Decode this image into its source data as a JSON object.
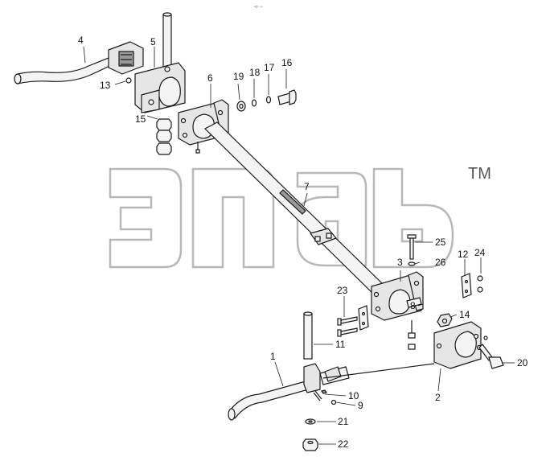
{
  "watermark": {
    "tm": "TM"
  },
  "corner_mark": "ⁿ¤ ▫▫▫",
  "callouts": [
    {
      "id": "c1",
      "label": "1"
    },
    {
      "id": "c2",
      "label": "2"
    },
    {
      "id": "c3",
      "label": "3"
    },
    {
      "id": "c4",
      "label": "4"
    },
    {
      "id": "c5",
      "label": "5"
    },
    {
      "id": "c6",
      "label": "6"
    },
    {
      "id": "c7",
      "label": "7"
    },
    {
      "id": "c8",
      "label": "8"
    },
    {
      "id": "c9",
      "label": "9"
    },
    {
      "id": "c10",
      "label": "10"
    },
    {
      "id": "c11",
      "label": "11"
    },
    {
      "id": "c12",
      "label": "12"
    },
    {
      "id": "c13",
      "label": "13"
    },
    {
      "id": "c14",
      "label": "14"
    },
    {
      "id": "c15",
      "label": "15"
    },
    {
      "id": "c16",
      "label": "16"
    },
    {
      "id": "c17",
      "label": "17"
    },
    {
      "id": "c18",
      "label": "18"
    },
    {
      "id": "c19",
      "label": "19"
    },
    {
      "id": "c20",
      "label": "20"
    },
    {
      "id": "c21",
      "label": "21"
    },
    {
      "id": "c22",
      "label": "22"
    },
    {
      "id": "c23",
      "label": "23"
    },
    {
      "id": "c24",
      "label": "24"
    },
    {
      "id": "c25",
      "label": "25"
    },
    {
      "id": "c26",
      "label": "26"
    }
  ]
}
